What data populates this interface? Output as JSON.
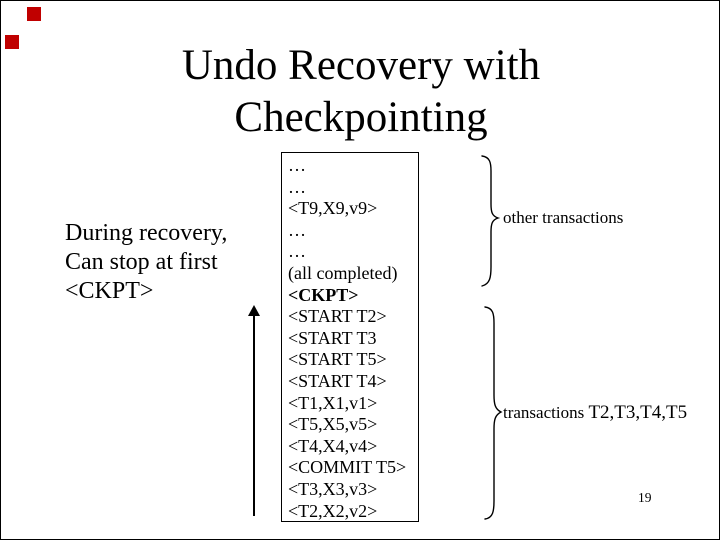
{
  "slide": {
    "title": {
      "line1": "Undo Recovery with",
      "line2": "Checkpointing"
    },
    "note": {
      "lines": [
        "During recovery,",
        "Can stop at first",
        "<CKPT>"
      ]
    },
    "log_box": {
      "lines": [
        {
          "text": "…",
          "bold": false
        },
        {
          "text": "…",
          "bold": false
        },
        {
          "text": "<T9,X9,v9>",
          "bold": false
        },
        {
          "text": "…",
          "bold": false
        },
        {
          "text": "…",
          "bold": false
        },
        {
          "text": "(all completed)",
          "bold": false
        },
        {
          "text": "<CKPT>",
          "bold": true
        },
        {
          "text": "<START T2>",
          "bold": false
        },
        {
          "text": "<START T3",
          "bold": false
        },
        {
          "text": "<START T5>",
          "bold": false
        },
        {
          "text": "<START T4>",
          "bold": false
        },
        {
          "text": "<T1,X1,v1>",
          "bold": false
        },
        {
          "text": "<T5,X5,v5>",
          "bold": false
        },
        {
          "text": "<T4,X4,v4>",
          "bold": false
        },
        {
          "text": "<COMMIT T5>",
          "bold": false
        },
        {
          "text": "<T3,X3,v3>",
          "bold": false
        },
        {
          "text": "<T2,X2,v2>",
          "bold": false
        }
      ]
    },
    "annotations": {
      "top_brace_label": "other transactions",
      "bottom_brace_label": "transactions ",
      "bottom_brace_transactions": "T2,T3,T4,T5"
    },
    "page_number": "19",
    "colors": {
      "decoration_red": "#c00000",
      "text": "#000000",
      "background": "#ffffff"
    }
  }
}
